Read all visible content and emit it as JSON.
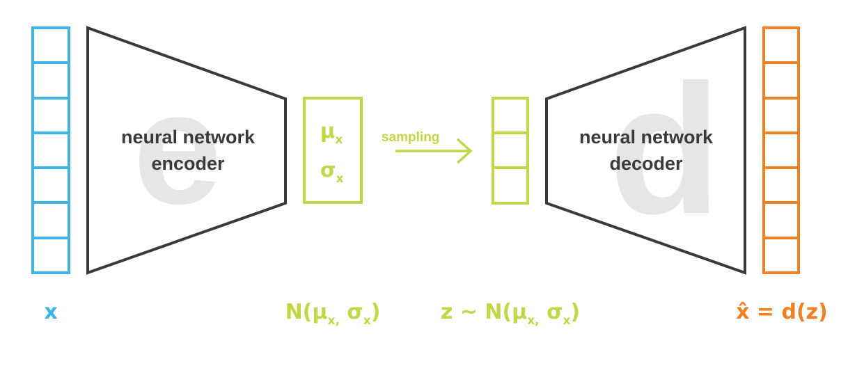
{
  "colors": {
    "input": "#3db4e6",
    "latent": "#c3d645",
    "output": "#f08021",
    "network": "#3a3a3a",
    "watermark": "#e6e6e6",
    "background": "#ffffff"
  },
  "input": {
    "cells": 7,
    "label": "x"
  },
  "encoder": {
    "watermark": "e",
    "line1": "neural network",
    "line2": "encoder"
  },
  "latent_params": {
    "mu": "μ",
    "sigma": "σ",
    "subscript": "x",
    "label": "N(μx, σx)"
  },
  "sampling": {
    "label": "sampling"
  },
  "latent_vector": {
    "cells": 3,
    "label": "z ~ N(μx, σx)"
  },
  "decoder": {
    "watermark": "d",
    "line1": "neural network",
    "line2": "decoder"
  },
  "output": {
    "cells": 7,
    "label": "x̂ = d(z)"
  }
}
